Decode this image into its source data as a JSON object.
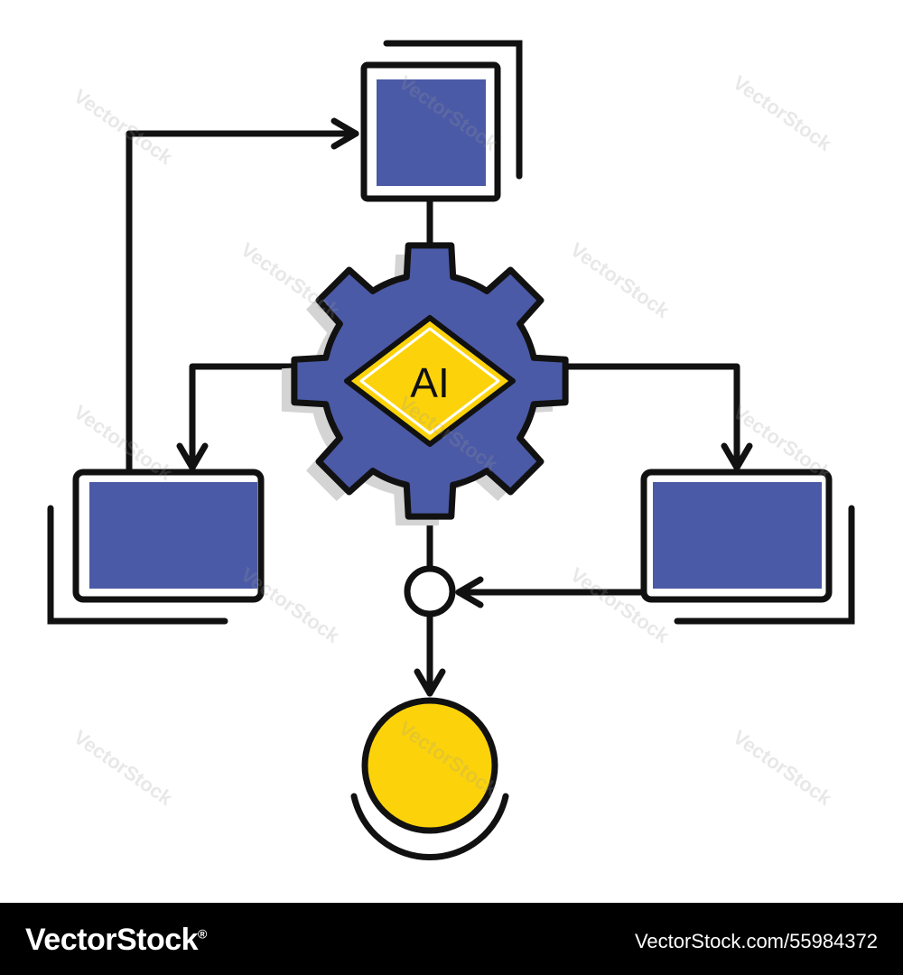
{
  "diagram": {
    "center_label": "AI",
    "colors": {
      "outline": "#111111",
      "blue": "#4b5aa6",
      "yellow": "#fcd30a",
      "shadow": "#d4d4d4",
      "background": "#ffffff"
    }
  },
  "watermark": {
    "text": "VectorStock"
  },
  "footer": {
    "brand": "VectorStock",
    "registered_mark": "®",
    "image_id": "VectorStock.com/55984372"
  }
}
